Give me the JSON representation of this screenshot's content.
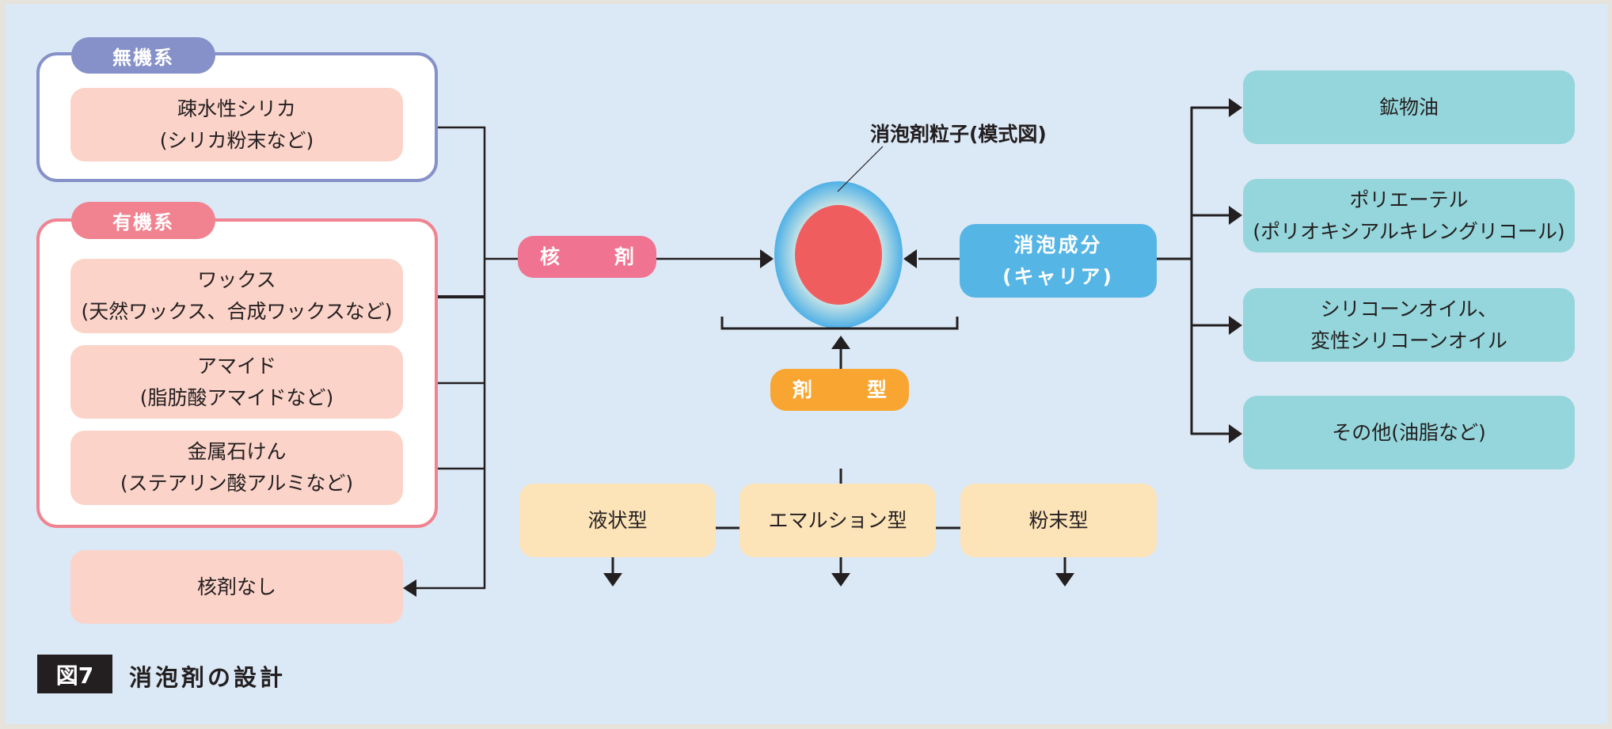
{
  "figure": {
    "number_label": "図7",
    "title": "消泡剤の設計"
  },
  "center": {
    "particle_label": "消泡剤粒子(模式図)",
    "nucleating_agent_label": "核　剤",
    "carrier_label_line1": "消泡成分",
    "carrier_label_line2": "(キャリア)",
    "formulation_label": "剤　型"
  },
  "nucleating_agents": {
    "inorganic": {
      "tab_label": "無機系",
      "items": [
        {
          "line1": "疎水性シリカ",
          "line2": "(シリカ粉末など)"
        }
      ]
    },
    "organic": {
      "tab_label": "有機系",
      "items": [
        {
          "line1": "ワックス",
          "line2": "(天然ワックス、合成ワックスなど)"
        },
        {
          "line1": "アマイド",
          "line2": "(脂肪酸アマイドなど)"
        },
        {
          "line1": "金属石けん",
          "line2": "(ステアリン酸アルミなど)"
        }
      ]
    },
    "none": {
      "line1": "核剤なし"
    }
  },
  "carriers": [
    {
      "line1": "鉱物油",
      "line2": ""
    },
    {
      "line1": "ポリエーテル",
      "line2": "(ポリオキシアルキレングリコール)"
    },
    {
      "line1": "シリコーンオイル、",
      "line2": "変性シリコーンオイル"
    },
    {
      "line1": "その他(油脂など)",
      "line2": ""
    }
  ],
  "formulations": [
    {
      "label": "液状型"
    },
    {
      "label": "エマルション型"
    },
    {
      "label": "粉末型"
    }
  ],
  "colors": {
    "background": "#dbe8f5",
    "inorganic": "#8591c8",
    "organic": "#f0838f",
    "nucleating_agent": "#f07391",
    "carrier": "#55b5e5",
    "formulation": "#f8a531",
    "particle_core": "#f05d5e",
    "particle_shell": "#55b5e5"
  }
}
